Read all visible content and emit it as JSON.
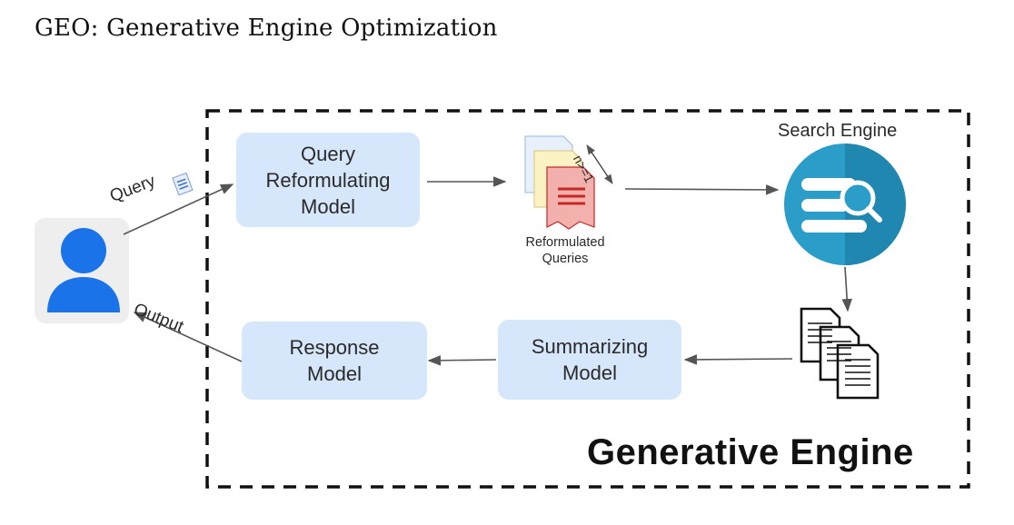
{
  "title": "GEO: Generative Engine Optimization",
  "diagram": {
    "boxes": {
      "query_reformulating": "Query\nReformulating\nModel",
      "summarizing": "Summarizing\nModel",
      "response": "Response\nModel"
    },
    "labels": {
      "search_engine": "Search Engine",
      "reformulated_queries": "Reformulated\nQueries",
      "query": "Query",
      "output": "Output",
      "n_queries": "n>=1",
      "engine_title": "Generative Engine"
    },
    "colors": {
      "box_fill": "#d6e6fb",
      "user_icon": "#1a73e8",
      "search_icon": "#2a9dc8",
      "doc_red": "#c62828"
    },
    "icons": [
      "user-icon",
      "query-document-icon",
      "query-documents-icon",
      "search-engine-icon",
      "result-documents-icon"
    ]
  }
}
